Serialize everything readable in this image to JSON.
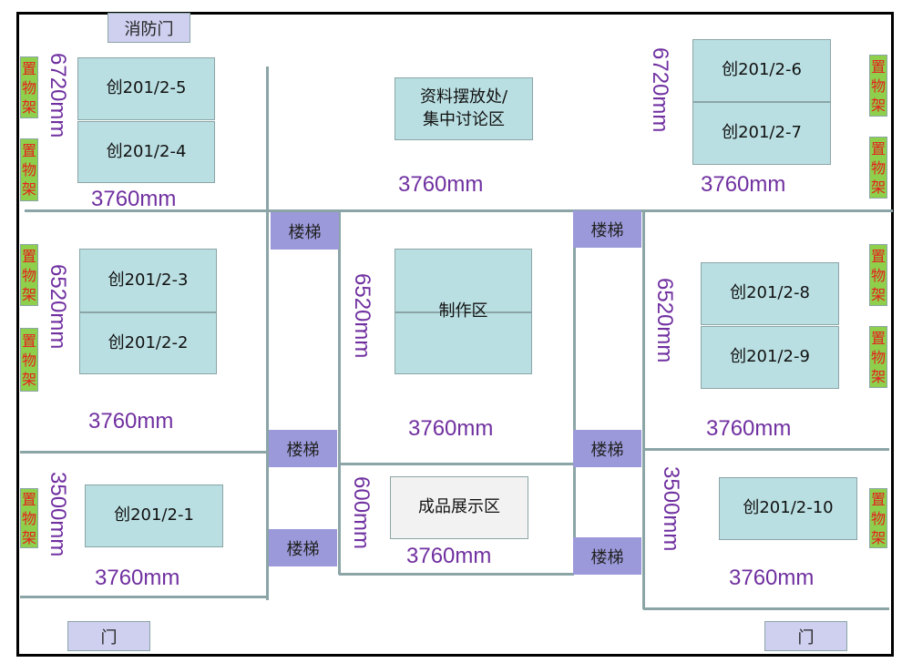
{
  "doors": {
    "fire_door": "消防门",
    "door_left": "门",
    "door_right": "门"
  },
  "stairs_label": "楼梯",
  "shelf_label": "置物架",
  "rooms": {
    "r5": "创201/2-5",
    "r4": "创201/2-4",
    "r3": "创201/2-3",
    "r2": "创201/2-2",
    "r1": "创201/2-1",
    "r6": "创201/2-6",
    "r7": "创201/2-7",
    "r8": "创201/2-8",
    "r9": "创201/2-9",
    "r10": "创201/2-10",
    "data_area": "资料摆放处/集中讨论区",
    "work_area": "制作区",
    "display_area": "成品展示区"
  },
  "dims": {
    "w3760": "3760mm",
    "h6720": "6720mm",
    "h6520": "6520mm",
    "h3500": "3500mm",
    "h600": "600mm"
  }
}
